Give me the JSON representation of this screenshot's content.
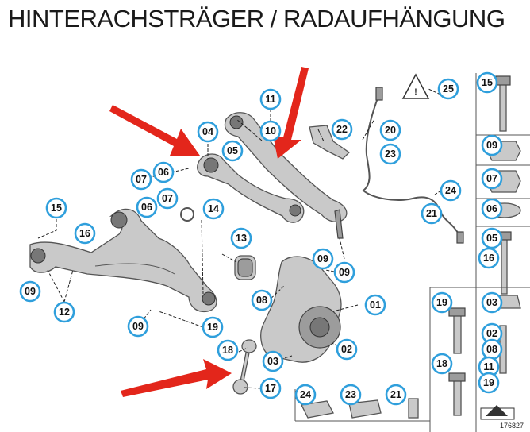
{
  "title": "HINTERACHSTRÄGER / RADAUFHÄNGUNG",
  "diagram_ref": "176827",
  "accent_color": "#2f9fdc",
  "arrow_color": "#e3261b",
  "callouts": {
    "c11": "11",
    "c10": "10",
    "c04": "04",
    "c05": "05",
    "c22": "22",
    "c20": "20",
    "c23": "23",
    "c25": "25",
    "c07a": "07",
    "c06a": "06",
    "c06b": "06",
    "c07b": "07",
    "c15a": "15",
    "c14": "14",
    "c24a": "24",
    "c21a": "21",
    "c16a": "16",
    "c13": "13",
    "c09a": "09",
    "c09b": "09",
    "c09c": "09",
    "c12": "12",
    "c08a": "08",
    "c01": "01",
    "c09d": "09",
    "c19a": "19",
    "c18a": "18",
    "c03a": "03",
    "c02a": "02",
    "c17": "17",
    "c24b": "24",
    "c23b": "23",
    "c21b": "21",
    "p15": "15",
    "p09": "09",
    "p07": "07",
    "p06": "06",
    "p05": "05",
    "p16": "16",
    "p03": "03",
    "p02": "02",
    "p08": "08",
    "p11": "11",
    "p19": "19",
    "p19b": "19",
    "p18": "18"
  }
}
